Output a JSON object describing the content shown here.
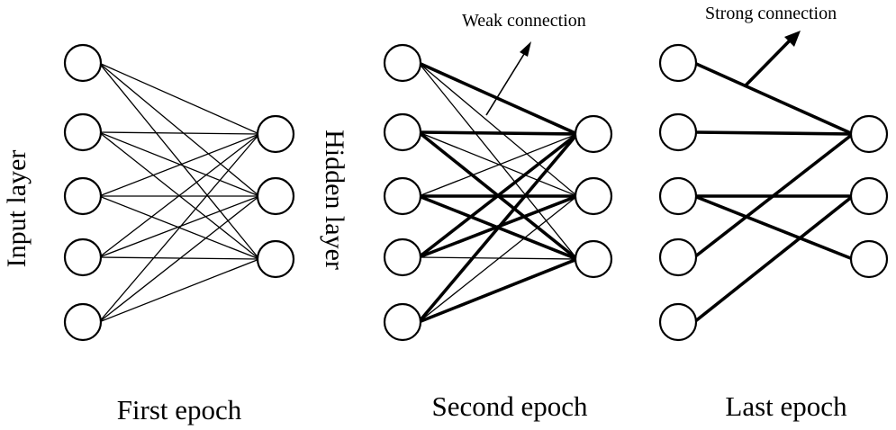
{
  "diagram": {
    "input_layer_label": "Input layer",
    "hidden_layer_label": "Hidden layer",
    "panels": [
      {
        "caption": "First epoch",
        "annotation": "",
        "strong_edges": [],
        "weak_edges": "all"
      },
      {
        "caption": "Second epoch",
        "annotation": "Weak connection",
        "strong_edges": [
          [
            0,
            0
          ],
          [
            1,
            0
          ],
          [
            1,
            2
          ],
          [
            2,
            1
          ],
          [
            2,
            2
          ],
          [
            3,
            0
          ],
          [
            3,
            1
          ],
          [
            4,
            0
          ],
          [
            4,
            2
          ]
        ],
        "weak_edges": "all"
      },
      {
        "caption": "Last epoch",
        "annotation": "Strong connection",
        "strong_edges": [
          [
            0,
            0
          ],
          [
            1,
            0
          ],
          [
            2,
            1
          ],
          [
            2,
            2
          ],
          [
            3,
            0
          ],
          [
            4,
            1
          ]
        ],
        "weak_edges": "none"
      }
    ],
    "input_count": 5,
    "hidden_count": 3
  }
}
